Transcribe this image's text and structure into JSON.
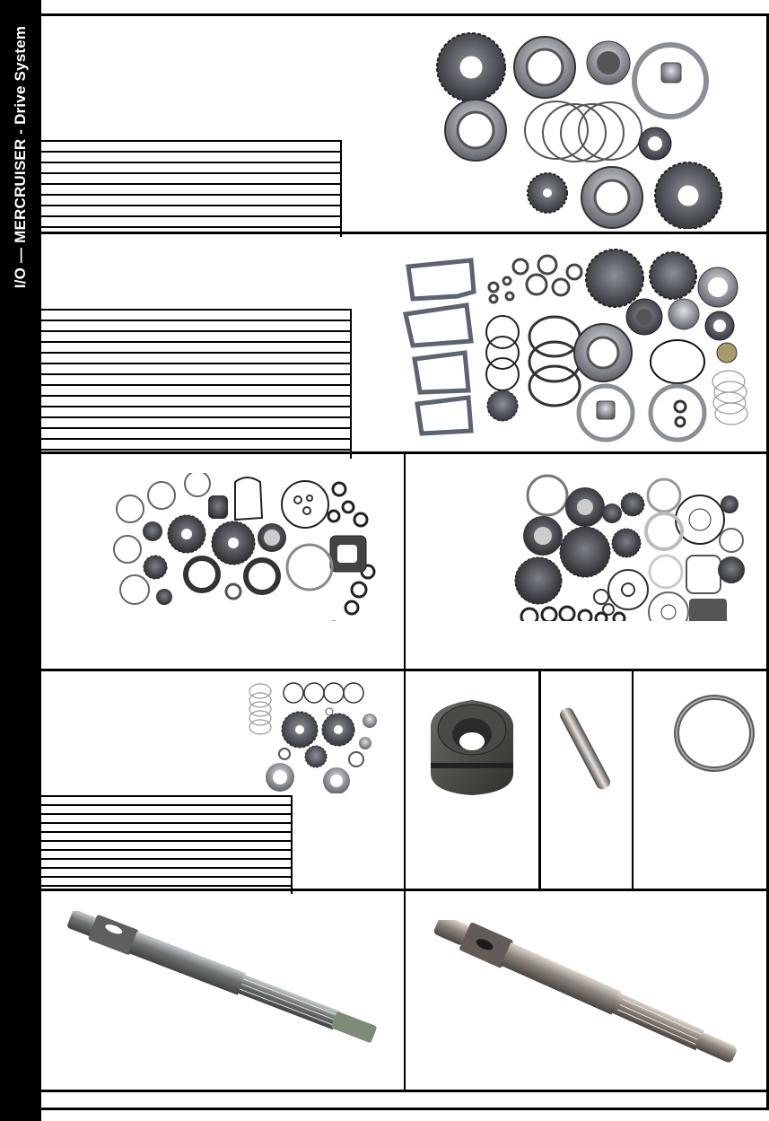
{
  "sidebar": {
    "title": "I/O — MERCRUISER - Drive System",
    "background": "#000000",
    "text_color": "#ffffff"
  },
  "sections": [
    {
      "id": "section-1",
      "photo": "gear-and-bearing-kit-photo",
      "description": "Gear set kit: bevel gears, ball bearings, shims, retainer ring, tapered bearing",
      "table_rows": 9
    },
    {
      "id": "section-2",
      "photo": "lower-unit-overhaul-kit-photo",
      "description": "Lower unit overhaul kit: gaskets, seals, O-rings, gears, bearings, shims, retainers",
      "table_rows": 14
    },
    {
      "id": "section-3",
      "cells": [
        {
          "photo": "gear-and-seal-kit-photo-left",
          "description": "Gear, bearing and seal kit"
        },
        {
          "photo": "gear-and-seal-kit-photo-right",
          "description": "Gear, bearing and seal kit with gasket"
        }
      ]
    },
    {
      "id": "section-4",
      "cells": [
        {
          "photo": "gear-shim-kit-photo",
          "description": "Gear and shim kit",
          "table_rows": 11
        },
        {
          "photo": "clutch-dog-photo",
          "description": "Clutch dog"
        },
        {
          "photo": "pin-photo",
          "description": "Pin"
        },
        {
          "photo": "ring-photo",
          "description": "Ring"
        }
      ]
    },
    {
      "id": "section-5",
      "cells": [
        {
          "photo": "propeller-shaft-photo-left",
          "description": "Propeller shaft"
        },
        {
          "photo": "propeller-shaft-photo-right",
          "description": "Propeller shaft"
        }
      ]
    },
    {
      "id": "section-6",
      "content": ""
    }
  ],
  "colors": {
    "rule": "#000000",
    "metal_dark": "#3a3d42",
    "metal_mid": "#7d8088",
    "metal_light": "#c9ccd2",
    "gasket": "#5b6470"
  }
}
